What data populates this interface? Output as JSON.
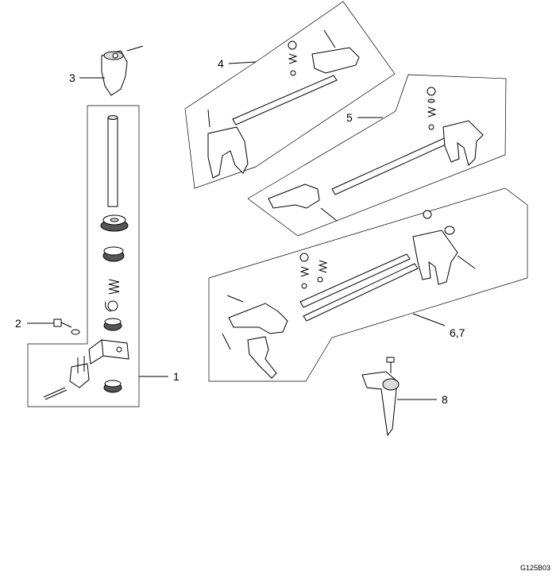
{
  "callouts": {
    "c1": "1",
    "c2": "2",
    "c3": "3",
    "c4": "4",
    "c5": "5",
    "c67": "6,7",
    "c8": "8"
  },
  "drawing_code": "G125B03"
}
